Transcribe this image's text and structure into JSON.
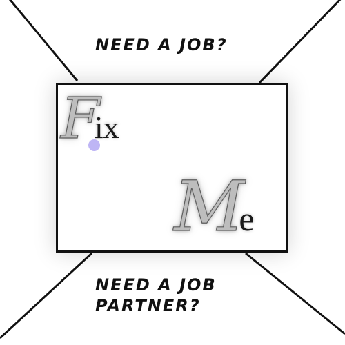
{
  "headline_top": "NEED A JOB?",
  "headline_bottom": {
    "line1": "NEED A JOB",
    "line2": "PARTNER?"
  },
  "logo": {
    "fix": {
      "script": "F",
      "rest": "ix"
    },
    "me": {
      "script": "M",
      "rest": "e"
    }
  },
  "colors": {
    "background": "#ffffff",
    "lines": "#111111",
    "script_fill": "#bdbdbd",
    "script_outline": "#5e5e5e",
    "cursor_dot": "#a89cf2"
  }
}
